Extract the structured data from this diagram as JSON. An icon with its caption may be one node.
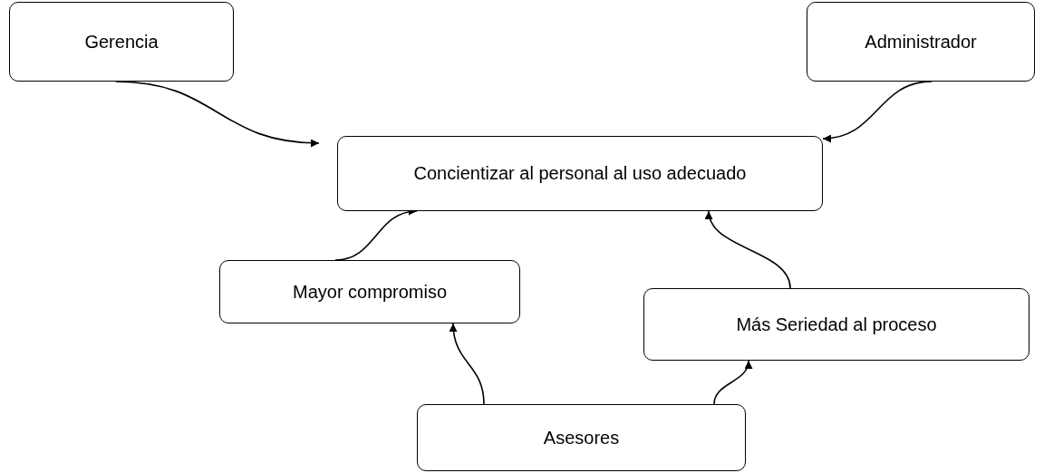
{
  "diagram": {
    "nodes": [
      {
        "text": [
          "Gerencia"
        ]
      },
      {
        "text": [
          "Administrador"
        ]
      },
      {
        "text": [
          "Concientizar al personal al uso adecuado"
        ]
      },
      {
        "text": [
          "Mayor compromiso"
        ]
      },
      {
        "text": [
          "Más Seriedad al proceso"
        ]
      },
      {
        "text": [
          "Asesores"
        ]
      }
    ],
    "edges": [
      {
        "from": 0,
        "to": 2,
        "arrow": "to"
      },
      {
        "from": 1,
        "to": 2,
        "arrow": "to"
      },
      {
        "from": 3,
        "to": 2,
        "arrow": "to"
      },
      {
        "from": 4,
        "to": 2,
        "arrow": "to"
      },
      {
        "from": 5,
        "to": 3,
        "arrow": "to"
      },
      {
        "from": 5,
        "to": 4,
        "arrow": "to"
      }
    ]
  }
}
